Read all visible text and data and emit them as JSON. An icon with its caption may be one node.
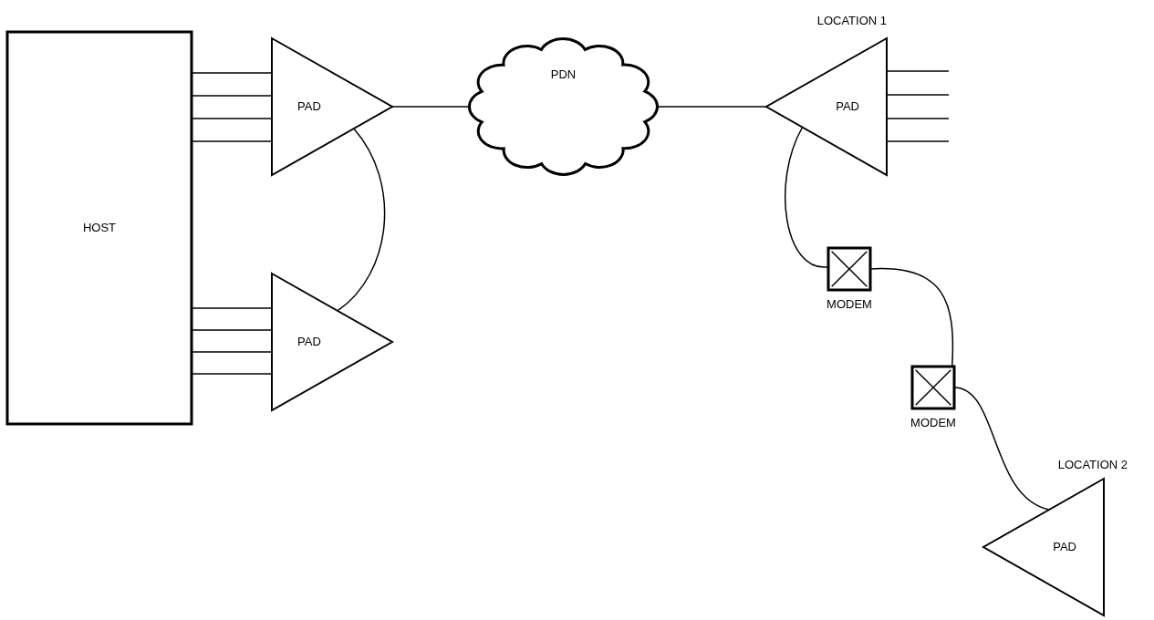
{
  "diagram": {
    "nodes": [
      {
        "text": [
          "HOST"
        ]
      },
      {
        "text": [
          "PAD"
        ]
      },
      {
        "text": [
          "PAD"
        ]
      },
      {
        "text": [
          "PDN"
        ]
      },
      {
        "text": [
          "PAD"
        ],
        "beside": [
          "LOCATION 1"
        ]
      },
      {
        "text": [],
        "shape": "box",
        "beside": [
          "MODEM"
        ]
      },
      {
        "text": [],
        "shape": "box",
        "beside": [
          "MODEM"
        ]
      },
      {
        "text": [
          "PAD"
        ],
        "beside": [
          "LOCATION 2"
        ]
      }
    ],
    "edges": [
      {
        "from": 0,
        "to": 1,
        "arrow": "none"
      },
      {
        "from": 0,
        "to": 1,
        "arrow": "none"
      },
      {
        "from": 0,
        "to": 1,
        "arrow": "none"
      },
      {
        "from": 0,
        "to": 1,
        "arrow": "none"
      },
      {
        "from": 0,
        "to": 2,
        "arrow": "none"
      },
      {
        "from": 0,
        "to": 2,
        "arrow": "none"
      },
      {
        "from": 0,
        "to": 2,
        "arrow": "none"
      },
      {
        "from": 0,
        "to": 2,
        "arrow": "none"
      },
      {
        "from": 1,
        "to": 3,
        "arrow": "none"
      },
      {
        "from": 1,
        "to": 2,
        "arrow": "none"
      },
      {
        "from": 3,
        "to": 4,
        "arrow": "none"
      },
      {
        "from": 4,
        "to": null,
        "arrow": "none"
      },
      {
        "from": 4,
        "to": null,
        "arrow": "none"
      },
      {
        "from": 4,
        "to": null,
        "arrow": "none"
      },
      {
        "from": 4,
        "to": null,
        "arrow": "none"
      },
      {
        "from": 4,
        "to": 5,
        "arrow": "none"
      },
      {
        "from": 5,
        "to": 6,
        "arrow": "none"
      },
      {
        "from": 6,
        "to": 7,
        "arrow": "none"
      }
    ]
  }
}
